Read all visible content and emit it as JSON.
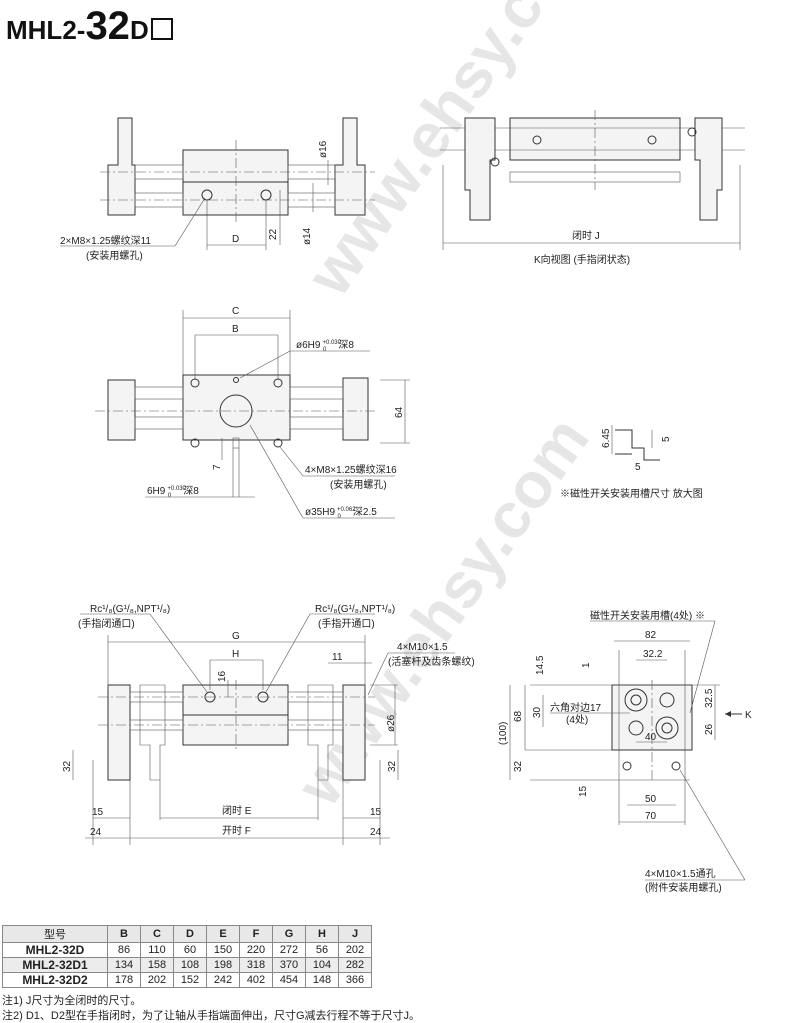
{
  "title": {
    "prefix": "MHL2-",
    "size": "32",
    "suffix": "D"
  },
  "watermark": "www.ehsy.com",
  "view1": {
    "d16": "ø16",
    "d14": "ø14",
    "dim22": "22",
    "dimD": "D",
    "note_line1": "2×M8×1.25螺纹深11",
    "note_line2": "(安装用螺孔)"
  },
  "view2": {
    "dimJ": "闭时 J",
    "caption": "K向视图 (手指闭状态)"
  },
  "view3": {
    "dimC": "C",
    "dimB": "B",
    "pin_hole": "ø6H9",
    "pin_tol_up": "+0.030",
    "pin_tol_low": "0",
    "pin_depth": "深8",
    "dim64": "64",
    "dim7": "7",
    "mount_line1": "4×M8×1.25螺纹深16",
    "mount_line2": "(安装用螺孔)",
    "slot_hole": "6H9",
    "slot_tol_up": "+0.030",
    "slot_tol_low": "0",
    "slot_depth": "深8",
    "bore": "ø35H9",
    "bore_tol_up": "+0.062",
    "bore_tol_low": "0",
    "bore_depth": "深2.5"
  },
  "slot_detail": {
    "dim645": "6.45",
    "dim5a": "5",
    "dim5b": "5",
    "caption": "※磁性开关安装用槽尺寸  放大图"
  },
  "view4": {
    "port_close": "Rc¹/₈(G¹/₈,NPT¹/₈)",
    "port_close_label": "(手指闭通口)",
    "port_open": "Rc¹/₈(G¹/₈,NPT¹/₈)",
    "port_open_label": "(手指开通口)",
    "dimG": "G",
    "dimH": "H",
    "dim16": "16",
    "dim11": "11",
    "thread_line1": "4×M10×1.5",
    "thread_line2": "(活塞杆及齿条螺纹)",
    "d26": "ø26",
    "dim32a": "32",
    "dim32b": "32",
    "dim15a": "15",
    "dim15b": "15",
    "dim24a": "24",
    "dim24b": "24",
    "dimE": "闭时 E",
    "dimF": "开时 F"
  },
  "view5": {
    "switch_slot": "磁性开关安装用槽(4处) ※",
    "dim82": "82",
    "dim322": "32.2",
    "dim1": "1",
    "dim145": "14.5",
    "dim100": "(100)",
    "dim68": "68",
    "dim30": "30",
    "dim32": "32",
    "dim15": "15",
    "hex_line1": "六角对边17",
    "hex_line2": "(4处)",
    "dim40": "40",
    "dim325": "32.5",
    "dim26": "26",
    "K": "K",
    "dim50": "50",
    "dim70": "70",
    "through_line1": "4×M10×1.5通孔",
    "through_line2": "(附件安装用螺孔)"
  },
  "table": {
    "headers": [
      "型号",
      "B",
      "C",
      "D",
      "E",
      "F",
      "G",
      "H",
      "J"
    ],
    "rows": [
      [
        "MHL2-32D",
        "86",
        "110",
        "60",
        "150",
        "220",
        "272",
        "56",
        "202"
      ],
      [
        "MHL2-32D1",
        "134",
        "158",
        "108",
        "198",
        "318",
        "370",
        "104",
        "282"
      ],
      [
        "MHL2-32D2",
        "178",
        "202",
        "152",
        "242",
        "402",
        "454",
        "148",
        "366"
      ]
    ]
  },
  "notes": [
    "注1) J尺寸为全闭时的尺寸。",
    "注2) D1、D2型在手指闭时，为了让轴从手指端面伸出，尺寸G减去行程不等于尺寸J。"
  ]
}
